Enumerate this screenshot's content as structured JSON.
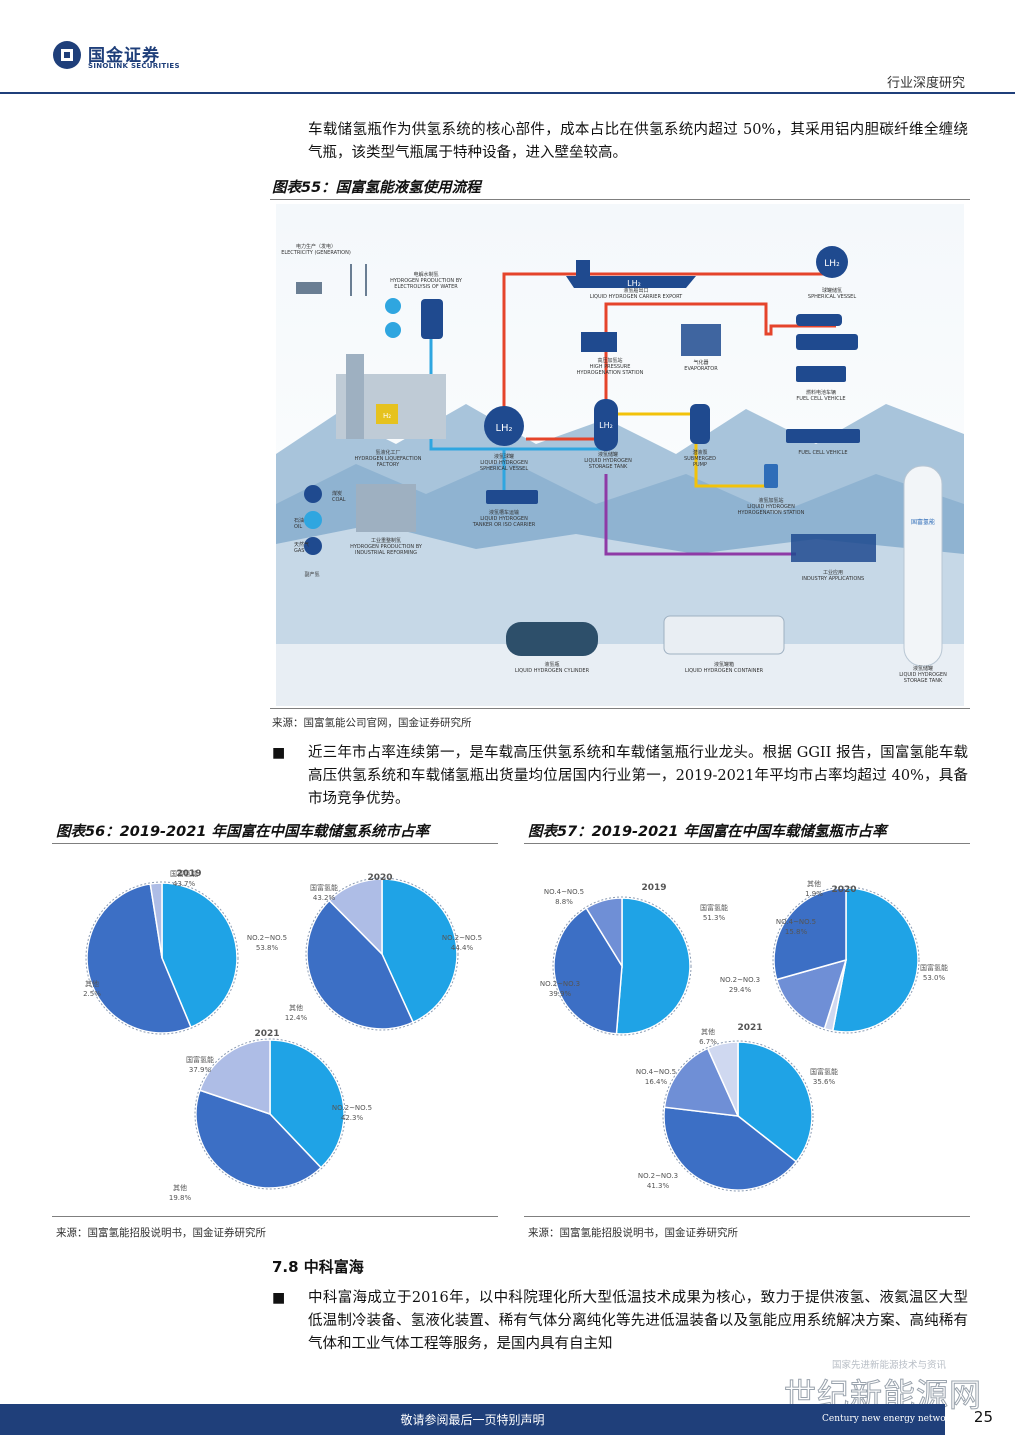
{
  "header": {
    "logo_cn": "国金证券",
    "logo_en": "SINOLINK SECURITIES",
    "category": "行业深度研究"
  },
  "intro_paragraph": "车载储氢瓶作为供氢系统的核心部件，成本占比在供氢系统内超过 50%，其采用铝内胆碳纤维全缠绕气瓶，该类型气瓶属于特种设备，进入壁垒较高。",
  "figure55": {
    "caption": "图表55：国富氢能液氢使用流程",
    "source": "来源：国富氢能公司官网，国金证券研究所",
    "labels": {
      "electricity_cn": "电力生产（发电）",
      "electricity_en": "ELECTRICITY (GENERATION)",
      "electrolysis_cn": "电解水制氢",
      "electrolysis_en_1": "HYDROGEN PRODUCTION BY",
      "electrolysis_en_2": "ELECTROLYSIS OF WATER",
      "carrier_cn": "液氢船出口",
      "carrier_en": "LIQUID HYDROGEN CARRIER EXPORT",
      "spherical_cn": "球罐储氢",
      "spherical_en": "SPHERICAL VESSEL",
      "hp_cn": "高压加氢站",
      "hp_en_1": "HIGH PRESSURE",
      "hp_en_2": "HYDROGENATION STATION",
      "evaporator_cn": "气化器",
      "evaporator_en": "EVAPORATOR",
      "fcv_cn": "燃料电池车辆",
      "fcv_en": "FUEL CELL VEHICLE",
      "fcv2_en": "FUEL CELL VEHICLE",
      "liq_factory_cn": "氢液化工厂",
      "liq_factory_en_1": "HYDROGEN LIQUEFACTION",
      "liq_factory_en_2": "FACTORY",
      "lh_sph_cn": "液氢球罐",
      "lh_sph_en_1": "LIQUID HYDROGEN",
      "lh_sph_en_2": "SPHERICAL VESSEL",
      "lh_storage_cn": "液氢储罐",
      "lh_storage_en_1": "LIQUID HYDROGEN",
      "lh_storage_en_2": "STORAGE TANK",
      "pump_cn": "潜液泵",
      "pump_en_1": "SUBMERGED",
      "pump_en_2": "PUMP",
      "tanker_cn": "液氢槽车运输",
      "tanker_en_1": "LIQUID HYDROGEN",
      "tanker_en_2": "TANKER OR ISO CARRIER",
      "lh_station_cn": "液氢加氢站",
      "lh_station_en_1": "LIQUID HYDROGEN",
      "lh_station_en_2": "HYDROGENATION STATION",
      "coal": "煤炭",
      "coal_en": "COAL",
      "oil": "石油",
      "oil_en": "OIL",
      "gas": "天然气",
      "gas_en": "GAS",
      "industrial_reform_cn": "工业重整制氢",
      "industrial_reform_en_1": "HYDROGEN PRODUCTION BY",
      "industrial_reform_en_2": "INDUSTRIAL REFORMING",
      "byproduct": "副产氢",
      "industry_cn": "工业应用",
      "industry_en": "INDUSTRY APPLICATIONS",
      "cylinder_cn": "液氢瓶",
      "cylinder_en": "LIQUID HYDROGEN CYLINDER",
      "container_cn": "液氢罐箱",
      "container_en": "LIQUID HYDROGEN CONTAINER",
      "tank_cn": "液氢储罐",
      "tank_en_1": "LIQUID HYDROGEN",
      "tank_en_2": "STORAGE TANK",
      "lh2": "LH₂",
      "h2": "H₂",
      "tank_logo": "国富氢能"
    }
  },
  "bullet1": "近三年市占率连续第一，是车载高压供氢系统和车载储氢瓶行业龙头。根据 GGII 报告，国富氢能车载高压供氢系统和车载储氢瓶出货量均位居国内行业第一，2019-2021年平均市占率均超过 40%，具备市场竞争优势。",
  "figure56": {
    "caption": "图表56：2019-2021 年国富在中国车载储氢系统市占率",
    "source": "来源：国富氢能招股说明书，国金证券研究所"
  },
  "figure57": {
    "caption": "图表57：2019-2021 年国富在中国车载储氢瓶市占率",
    "source": "来源：国富氢能招股说明书，国金证券研究所"
  },
  "chart_data": [
    {
      "type": "pie",
      "group": "图表56",
      "title": "2019",
      "slices": [
        {
          "label": "国富氢能",
          "value": 43.7,
          "text": "43.7%",
          "color": "#1fa3e6"
        },
        {
          "label": "NO.2~NO.5",
          "value": 53.8,
          "text": "53.8%",
          "color": "#3c6fc5"
        },
        {
          "label": "其他",
          "value": 2.5,
          "text": "2.5%",
          "color": "#aebde6"
        }
      ]
    },
    {
      "type": "pie",
      "group": "图表56",
      "title": "2020",
      "slices": [
        {
          "label": "国富氢能",
          "value": 43.2,
          "text": "43.2%",
          "color": "#1fa3e6"
        },
        {
          "label": "NO.2~NO.5",
          "value": 44.4,
          "text": "44.4%",
          "color": "#3c6fc5"
        },
        {
          "label": "其他",
          "value": 12.4,
          "text": "12.4%",
          "color": "#aebde6"
        }
      ]
    },
    {
      "type": "pie",
      "group": "图表56",
      "title": "2021",
      "slices": [
        {
          "label": "国富氢能",
          "value": 37.9,
          "text": "37.9%",
          "color": "#1fa3e6"
        },
        {
          "label": "NO.2~NO.5",
          "value": 42.3,
          "text": "42.3%",
          "color": "#3c6fc5"
        },
        {
          "label": "其他",
          "value": 19.8,
          "text": "19.8%",
          "color": "#aebde6"
        }
      ]
    },
    {
      "type": "pie",
      "group": "图表57",
      "title": "2019",
      "slices": [
        {
          "label": "国富氢能",
          "value": 51.3,
          "text": "51.3%",
          "color": "#1fa3e6"
        },
        {
          "label": "NO.2~NO.3",
          "value": 39.9,
          "text": "39.9%",
          "color": "#3c6fc5"
        },
        {
          "label": "NO.4~NO.5",
          "value": 8.8,
          "text": "8.8%",
          "color": "#6f8fd6"
        }
      ]
    },
    {
      "type": "pie",
      "group": "图表57",
      "title": "2020",
      "slices": [
        {
          "label": "国富氢能",
          "value": 53.0,
          "text": "53.0%",
          "color": "#1fa3e6"
        },
        {
          "label": "其他",
          "value": 1.9,
          "text": "1.9%",
          "color": "#cfd8f0"
        },
        {
          "label": "NO.4~NO.5",
          "value": 15.8,
          "text": "15.8%",
          "color": "#6f8fd6"
        },
        {
          "label": "NO.2~NO.3",
          "value": 29.4,
          "text": "29.4%",
          "color": "#3c6fc5"
        }
      ]
    },
    {
      "type": "pie",
      "group": "图表57",
      "title": "2021",
      "slices": [
        {
          "label": "国富氢能",
          "value": 35.6,
          "text": "35.6%",
          "color": "#1fa3e6"
        },
        {
          "label": "NO.2~NO.3",
          "value": 41.3,
          "text": "41.3%",
          "color": "#3c6fc5"
        },
        {
          "label": "NO.4~NO.5",
          "value": 16.4,
          "text": "16.4%",
          "color": "#6f8fd6"
        },
        {
          "label": "其他",
          "value": 6.7,
          "text": "6.7%",
          "color": "#cfd8f0"
        }
      ]
    }
  ],
  "section": {
    "title": "7.8 中科富海"
  },
  "bullet2": "中科富海成立于2016年，以中科院理化所大型低温技术成果为核心，致力于提供液氢、液氦温区大型低温制冷装备、氢液化装置、稀有气体分离纯化等先进低温装备以及氢能应用系统解决方案、高纯稀有气体和工业气体工程等服务，是国内具有自主知",
  "footer": {
    "notice": "敬请参阅最后一页特别声明",
    "page": "25"
  },
  "watermark": {
    "small": "国家先进新能源技术与资讯",
    "main": "世纪新能源网",
    "en": "Century new energy network"
  }
}
